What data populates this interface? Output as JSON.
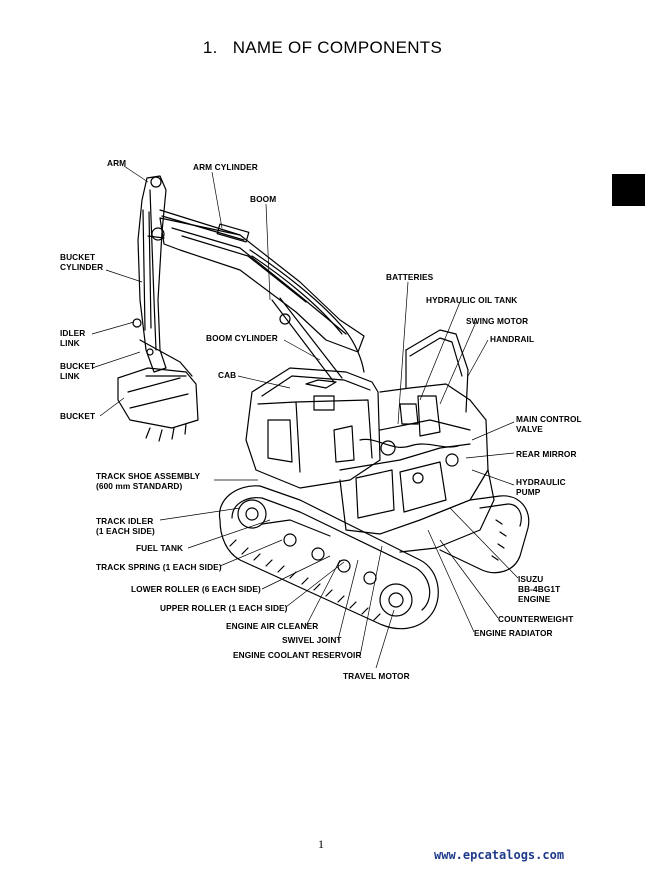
{
  "page": {
    "title": "1.   NAME OF COMPONENTS",
    "page_number": "1",
    "watermark": "www.epcatalogs.com",
    "watermark_color": "#1f3a8a"
  },
  "labels": {
    "arm": "ARM",
    "arm_cylinder": "ARM CYLINDER",
    "boom": "BOOM",
    "bucket_cylinder": [
      "BUCKET",
      "CYLINDER"
    ],
    "batteries": "BATTERIES",
    "hydraulic_oil_tank": "HYDRAULIC OIL TANK",
    "swing_motor": "SWING MOTOR",
    "handrail": "HANDRAIL",
    "idler_link": [
      "IDLER",
      "LINK"
    ],
    "boom_cylinder": "BOOM CYLINDER",
    "bucket_link": [
      "BUCKET",
      "LINK"
    ],
    "cab": "CAB",
    "bucket": "BUCKET",
    "main_control_valve": [
      "MAIN CONTROL",
      "VALVE"
    ],
    "rear_mirror": "REAR MIRROR",
    "hydraulic_pump": [
      "HYDRAULIC",
      "PUMP"
    ],
    "track_shoe_assembly": [
      "TRACK SHOE ASSEMBLY",
      "(600 mm STANDARD)"
    ],
    "track_idler": [
      "TRACK IDLER",
      "(1 EACH SIDE)"
    ],
    "fuel_tank": "FUEL TANK",
    "track_spring": "TRACK SPRING (1 EACH SIDE)",
    "lower_roller": "LOWER ROLLER (6 EACH SIDE)",
    "upper_roller": "UPPER ROLLER (1 EACH SIDE)",
    "engine_air_cleaner": "ENGINE AIR CLEANER",
    "swivel_joint": "SWIVEL JOINT",
    "engine_coolant_reservoir": "ENGINE COOLANT RESERVOIR",
    "travel_motor": "TRAVEL MOTOR",
    "isuzu_engine": [
      "ISUZU",
      "BB-4BG1T",
      "ENGINE"
    ],
    "counterweight": "COUNTERWEIGHT",
    "engine_radiator": "ENGINE RADIATOR"
  }
}
